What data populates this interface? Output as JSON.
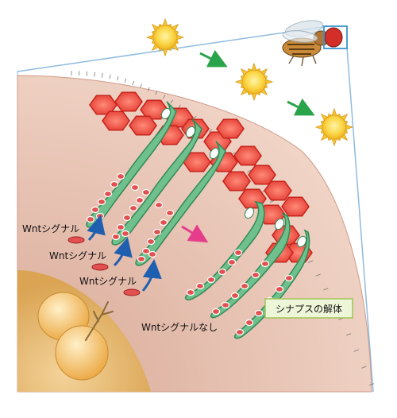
{
  "labels": {
    "wnt_signal_1": "Wntシグナル",
    "wnt_signal_2": "Wntシグナル",
    "wnt_signal_3": "Wntシグナル",
    "no_wnt_signal": "Wntシグナルなし",
    "synapse_disassembly": "シナプスの解体"
  },
  "colors": {
    "tissue": "#e8c3b3",
    "tissue_edge": "#d9a896",
    "frame_line": "#8fbbe0",
    "hexagon_fill": "#e9413a",
    "hexagon_edge": "#c7231d",
    "neuron_fill": "#6fc08d",
    "neuron_edge": "#2f8a55",
    "bouton_fill": "#e25050",
    "sun_core": "#fbd84a",
    "arrow_green": "#2aa44a",
    "arrow_blue": "#1f5fb0",
    "arrow_pink": "#e63c8c",
    "cell_body_region": "#e7c06b",
    "nucleus": "#f3c36a",
    "label_box_fill": "#eef6d9",
    "label_box_edge": "#9fc455",
    "zoom_box": "#3a93d0"
  }
}
